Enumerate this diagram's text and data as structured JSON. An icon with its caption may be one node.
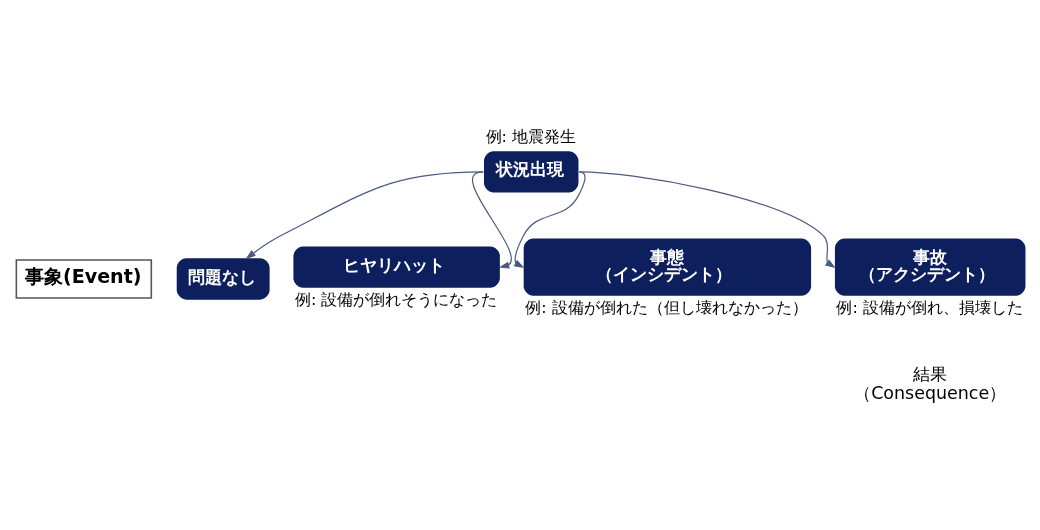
{
  "diagram": {
    "nodes": [
      {
        "text": [
          "状況出現"
        ],
        "beside": [
          "例: 地震発生"
        ]
      },
      {
        "text": [
          "問題なし"
        ]
      },
      {
        "text": [
          "ヒヤリハット"
        ],
        "beside": [
          "例: 設備が倒れそうになった"
        ]
      },
      {
        "text": [
          "事態",
          "（インシデント）"
        ],
        "beside": [
          "例: 設備が倒れた（但し壊れなかった）"
        ]
      },
      {
        "text": [
          "事故",
          "（アクシデント）"
        ],
        "beside": [
          "例: 設備が倒れ、損壊した"
        ]
      },
      {
        "text": [
          "事象(Event)"
        ]
      }
    ],
    "edges": [
      {
        "from": 0,
        "to": 1,
        "arrow": "to"
      },
      {
        "from": 0,
        "to": 2,
        "arrow": "to"
      },
      {
        "from": 0,
        "to": 3,
        "arrow": "to"
      },
      {
        "from": 0,
        "to": 4,
        "arrow": "to"
      }
    ],
    "labels": [
      "結果",
      "（Consequence）"
    ]
  }
}
